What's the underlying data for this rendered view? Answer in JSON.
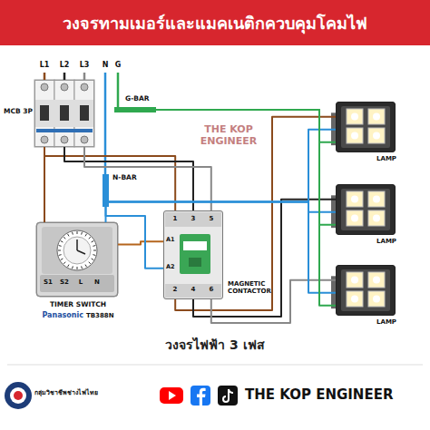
{
  "diagram": {
    "title": "วงจรทามเมอร์และแมคเนติกควบคุมโคมไฟ",
    "caption": "วงจรไฟฟ้า 3 เฟส",
    "nodes": [
      {
        "text": [
          "MCB 3P"
        ]
      },
      {
        "text": [
          "G-BAR"
        ]
      },
      {
        "text": [
          "N-BAR"
        ]
      },
      {
        "text": [
          "TIMER SWITCH",
          "Panasonic",
          "TB388N"
        ]
      },
      {
        "text": [
          "MAGNETIC CONTACTOR"
        ]
      },
      {
        "text": [
          "LAMP"
        ]
      },
      {
        "text": [
          "LAMP"
        ]
      },
      {
        "text": [
          "LAMP"
        ]
      }
    ],
    "edges": [
      {
        "from": 0,
        "to": 4,
        "arrow": "none"
      },
      {
        "from": 0,
        "to": 4,
        "arrow": "none"
      },
      {
        "from": 0,
        "to": 4,
        "arrow": "none"
      },
      {
        "from": 0,
        "to": 3,
        "arrow": "none"
      },
      {
        "from": 3,
        "to": 4,
        "arrow": "none"
      },
      {
        "from": 2,
        "to": 3,
        "arrow": "none"
      },
      {
        "from": 2,
        "to": 4,
        "arrow": "none"
      },
      {
        "from": 4,
        "to": 5,
        "arrow": "none"
      },
      {
        "from": 4,
        "to": 6,
        "arrow": "none"
      },
      {
        "from": 4,
        "to": 7,
        "arrow": "none"
      },
      {
        "from": 2,
        "to": 5,
        "arrow": "none"
      },
      {
        "from": 2,
        "to": 6,
        "arrow": "none"
      },
      {
        "from": 2,
        "to": 7,
        "arrow": "none"
      },
      {
        "from": 1,
        "to": 5,
        "arrow": "none"
      },
      {
        "from": 1,
        "to": 6,
        "arrow": "none"
      },
      {
        "from": 1,
        "to": 7,
        "arrow": "none"
      }
    ],
    "labels": [
      "L1",
      "L2",
      "L3",
      "N",
      "G",
      "1",
      "3",
      "5",
      "A1",
      "A2",
      "2",
      "4",
      "6",
      "S1",
      "S2",
      "L",
      "N",
      "THE KOP ENGINEER",
      "กลุ่มวิชาชีพช่างไฟไทย",
      "THE KOP ENGINEER"
    ]
  }
}
